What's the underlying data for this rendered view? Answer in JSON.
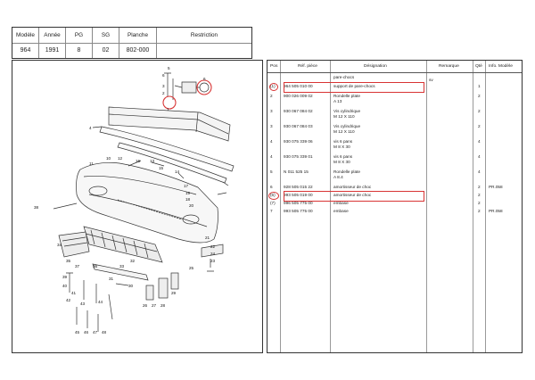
{
  "header": {
    "columns": [
      "Modèle",
      "Année",
      "PG",
      "SG",
      "Planche",
      "Restriction"
    ],
    "values": [
      "964",
      "1991",
      "8",
      "02",
      "802-000",
      ""
    ]
  },
  "diagram": {
    "labels": [
      "5",
      "6",
      "6",
      "3",
      "2",
      "1",
      "4",
      "11",
      "10",
      "12",
      "16",
      "13",
      "15",
      "14",
      "17",
      "19",
      "18",
      "20",
      "38",
      "21",
      "22",
      "24",
      "23",
      "34",
      "35",
      "37",
      "36",
      "33",
      "32",
      "31",
      "30",
      "26",
      "27",
      "28",
      "29",
      "25",
      "39",
      "40",
      "41",
      "42",
      "43",
      "44",
      "45",
      "46",
      "47",
      "48"
    ]
  },
  "parts_table": {
    "columns": [
      "Pos",
      "Réf. pièce",
      "Désignation",
      "Remarque",
      "Qté",
      "Info. Modèle"
    ],
    "section": "pare-chocs",
    "section_note": "sv",
    "rows": [
      {
        "pos": "(1)",
        "ref": "964 505 010 00",
        "desig": [
          "support de pare-chocs"
        ],
        "remarque": "",
        "qte": "1",
        "info": ""
      },
      {
        "pos": "2",
        "ref": "900 026 009 02",
        "desig": [
          "Rondelle plate",
          "A 13"
        ],
        "remarque": "",
        "qte": "2",
        "info": ""
      },
      {
        "pos": "3",
        "ref": "930 067 084 02",
        "desig": [
          "Vis cylindrique",
          "M 12 X 110"
        ],
        "remarque": "",
        "qte": "2",
        "info": ""
      },
      {
        "pos": "3",
        "ref": "930 067 084 03",
        "desig": [
          "Vis cylindrique",
          "M 12 X 110"
        ],
        "remarque": "",
        "qte": "2",
        "info": ""
      },
      {
        "pos": "4",
        "ref": "930 075 339 06",
        "desig": [
          "vis 6 pans",
          "M 8 X 30"
        ],
        "remarque": "",
        "qte": "4",
        "info": ""
      },
      {
        "pos": "4",
        "ref": "930 075 339 01",
        "desig": [
          "vis 6 pans",
          "M 8 X 30"
        ],
        "remarque": "",
        "qte": "4",
        "info": ""
      },
      {
        "pos": "5",
        "ref": "N   011 525 15",
        "desig": [
          "Rondelle plate",
          "A 8.4"
        ],
        "remarque": "",
        "qte": "4",
        "info": ""
      },
      {
        "pos": "6",
        "ref": "928 505 015 22",
        "desig": [
          "amortisseur de choc"
        ],
        "remarque": "",
        "qte": "2",
        "info": "PR.058"
      },
      {
        "pos": "(6)",
        "ref": "993 505 019 00",
        "desig": [
          "amortisseur de choc"
        ],
        "remarque": "",
        "qte": "2",
        "info": ""
      },
      {
        "pos": "(7)",
        "ref": "996 505 775 00",
        "desig": [
          "embase"
        ],
        "remarque": "",
        "qte": "2",
        "info": ""
      },
      {
        "pos": "7",
        "ref": "993 505 775 00",
        "desig": [
          "embase"
        ],
        "remarque": "",
        "qte": "2",
        "info": "PR.058"
      }
    ]
  }
}
